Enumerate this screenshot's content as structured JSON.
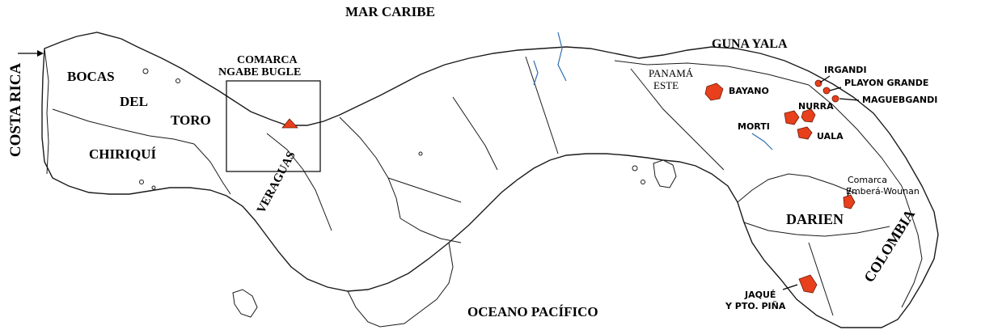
{
  "labels": {
    "sea_north": "MAR CARIBE",
    "sea_south": "OCEANO PACÍFICO",
    "costa_rica": "COSTA RICA",
    "colombia": "COLOMBIA",
    "bocas": "BOCAS",
    "del": "DEL",
    "toro": "TORO",
    "chiriqui": "CHIRIQUÍ",
    "veraguas": "VERAGUAS",
    "comarca_ngabe_1": "COMARCA",
    "comarca_ngabe_2": "NGABE BUGLE",
    "guna_yala": "GUNA YALA",
    "panama_este_1": "PANAMÁ",
    "panama_este_2": "ESTE",
    "darien": "DARIEN",
    "irgandi": "IRGANDI",
    "playon_grande": "PLAYON GRANDE",
    "maguebgandi": "MAGUEBGANDI",
    "bayano": "BAYANO",
    "nurra": "NURRA",
    "morti": "MORTI",
    "uala": "UALA",
    "embera_1": "Comarca",
    "embera_2": "Emberá-Wounan",
    "jaque_1": "JAQUÉ",
    "jaque_2": "Y PTO. PIÑA"
  },
  "colors": {
    "territory": "#e8401c",
    "river": "#2f6fb3",
    "outline": "#1a1a1a"
  }
}
